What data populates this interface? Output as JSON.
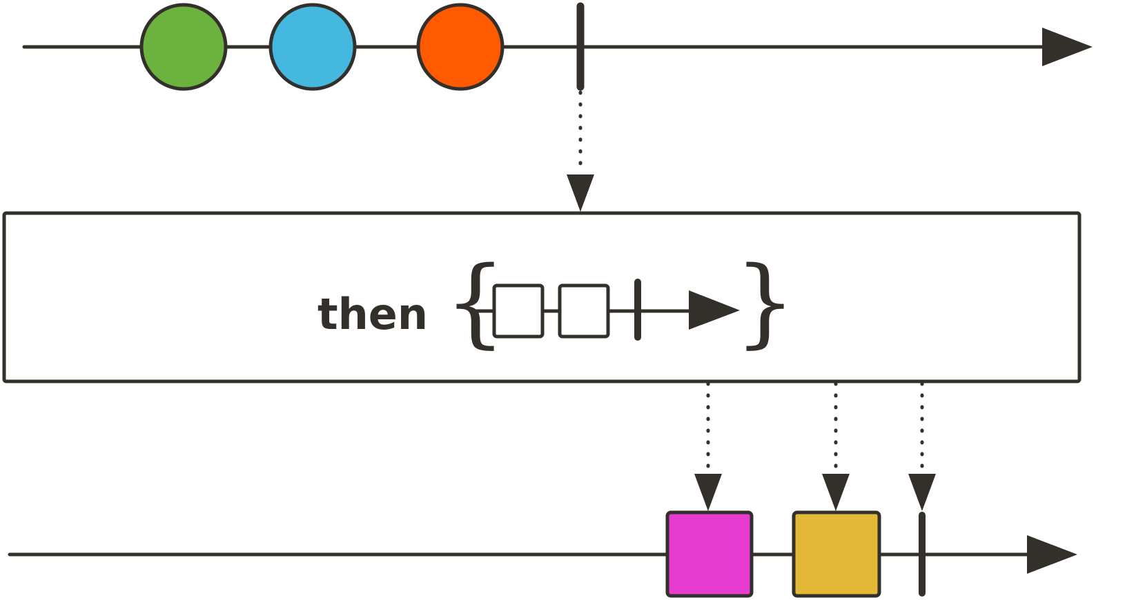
{
  "operator": {
    "label": "then",
    "brace_open": "{",
    "brace_close": "}"
  },
  "input_stream": {
    "events": [
      {
        "shape": "circle",
        "color": "#6cb23e"
      },
      {
        "shape": "circle",
        "color": "#44b8de"
      },
      {
        "shape": "circle",
        "color": "#ff5a00"
      }
    ],
    "completed": true
  },
  "inner_stream": {
    "events": [
      {
        "shape": "square",
        "color": "#ffffff"
      },
      {
        "shape": "square",
        "color": "#ffffff"
      }
    ],
    "completed": true
  },
  "output_stream": {
    "events": [
      {
        "shape": "square",
        "color": "#e83bcf"
      },
      {
        "shape": "square",
        "color": "#e3b836"
      }
    ],
    "completed": true
  },
  "colors": {
    "stroke": "#33302b",
    "background": "#ffffff"
  }
}
